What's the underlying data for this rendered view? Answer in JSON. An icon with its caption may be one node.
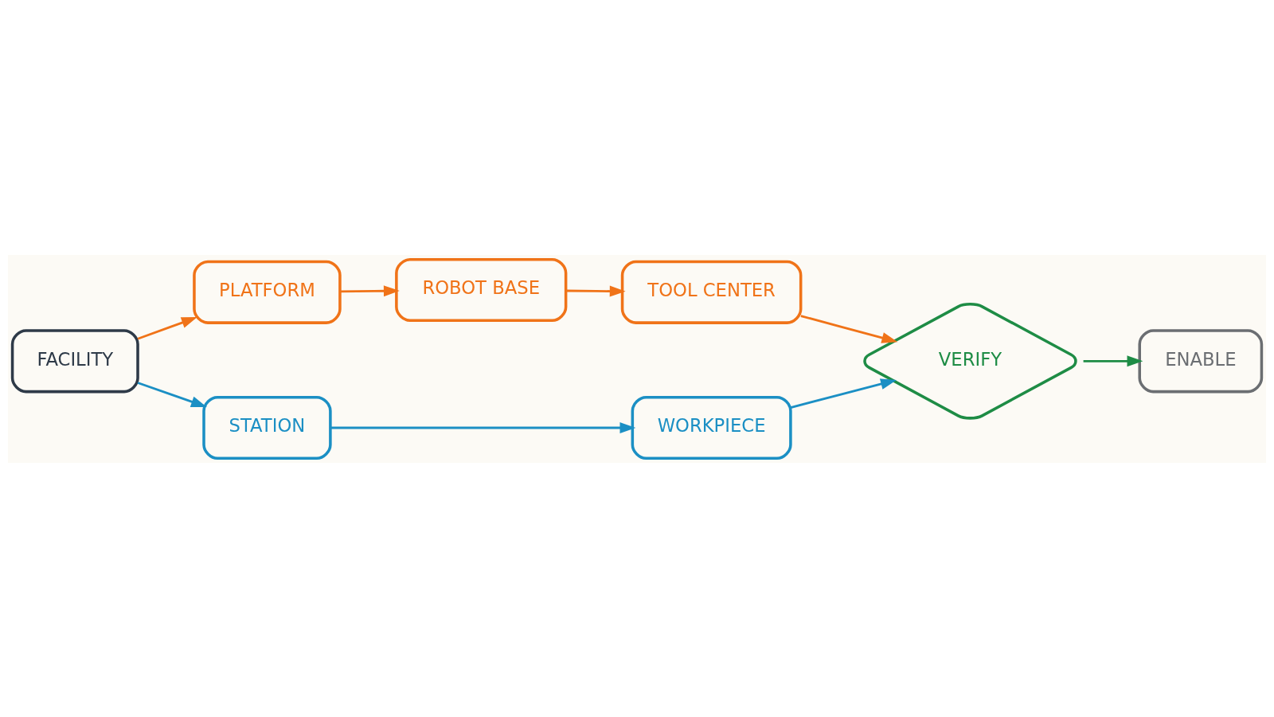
{
  "diagram": {
    "nodes": [
      {
        "text": [
          "FACILITY"
        ]
      },
      {
        "text": [
          "PLATFORM"
        ]
      },
      {
        "text": [
          "ROBOT BASE"
        ]
      },
      {
        "text": [
          "TOOL CENTER"
        ]
      },
      {
        "text": [
          "STATION"
        ]
      },
      {
        "text": [
          "WORKPIECE"
        ]
      },
      {
        "text": [
          "VERIFY"
        ]
      },
      {
        "text": [
          "ENABLE"
        ]
      }
    ],
    "edges": [
      {
        "from": 0,
        "to": 1,
        "arrow": "to"
      },
      {
        "from": 1,
        "to": 2,
        "arrow": "to"
      },
      {
        "from": 2,
        "to": 3,
        "arrow": "to"
      },
      {
        "from": 3,
        "to": 6,
        "arrow": "to"
      },
      {
        "from": 0,
        "to": 4,
        "arrow": "to",
        "color": "#1b8fc4"
      },
      {
        "from": 4,
        "to": 5,
        "arrow": "to",
        "color": "#1b8fc4"
      },
      {
        "from": 5,
        "to": 6,
        "arrow": "to",
        "color": "#1b8fc4"
      },
      {
        "from": 6,
        "to": 7,
        "arrow": "to",
        "color": "#1e8c45"
      }
    ]
  }
}
